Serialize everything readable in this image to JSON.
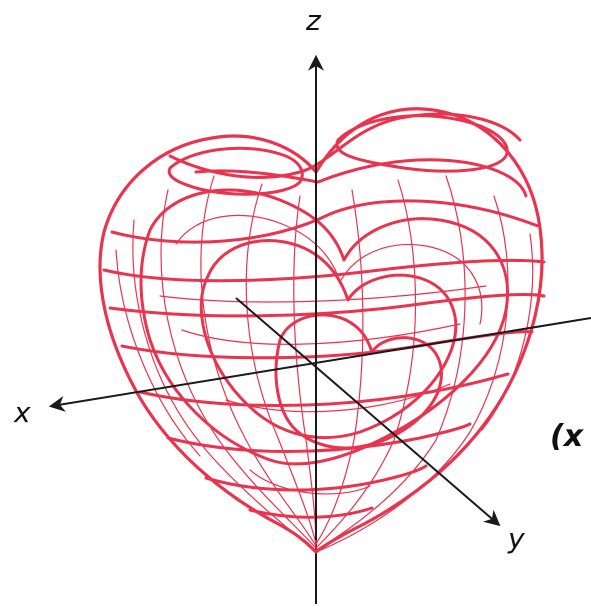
{
  "axes": {
    "x_label": "x",
    "y_label": "y",
    "z_label": "z"
  },
  "equation_fragment": "(x",
  "colors": {
    "surface": "#e8344e",
    "axis": "#1a1a1a",
    "background": "#ffffff"
  }
}
